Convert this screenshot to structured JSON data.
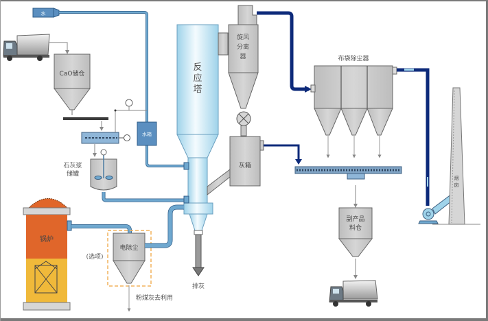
{
  "diagram": {
    "type": "process-flow",
    "subject": "semi-dry flue gas desulfurization process",
    "colors": {
      "light_pipe": "#6fa8cf",
      "flue_pipe": "#0d2a7a",
      "reactor": "#bfe6f5",
      "equipment_grey": "#c9c9c9",
      "boiler_top": "#e0662a",
      "boiler_bottom": "#f0b93a",
      "water_box": "#5b8fc0",
      "dashed_option": "#f2b25c",
      "frame_border": "#7a7a7a"
    },
    "labels": {
      "water": "水",
      "cao_silo": "CaO储仓",
      "lime_slurry_tank_line1": "石灰浆",
      "lime_slurry_tank_line2": "储罐",
      "water_tank": "水箱",
      "reactor_line1": "反",
      "reactor_line2": "应",
      "reactor_line3": "塔",
      "cyclone_line1": "旋风",
      "cyclone_line2": "分离",
      "cyclone_line3": "器",
      "ash_box": "灰箱",
      "bag_filter": "布袋除尘器",
      "chimney_line1": "烟",
      "chimney_line2": "囱",
      "byproduct_silo_line1": "副产品",
      "byproduct_silo_line2": "料仓",
      "boiler": "锅炉",
      "esp": "电除尘",
      "optional": "(选项)",
      "fly_ash_reuse": "粉煤灰去利用",
      "ash_discharge": "排灰"
    },
    "components": [
      {
        "name": "water-inlet",
        "label_key": "water"
      },
      {
        "name": "truck-supply",
        "label_key": null
      },
      {
        "name": "cao-silo",
        "label_key": "cao_silo"
      },
      {
        "name": "screw-feeder",
        "label_key": null
      },
      {
        "name": "lime-slurry-tank",
        "label_key": "lime_slurry_tank_line1"
      },
      {
        "name": "water-tank",
        "label_key": "water_tank"
      },
      {
        "name": "reactor-tower",
        "label_key": "reactor_line1"
      },
      {
        "name": "cyclone-separator",
        "label_key": "cyclone_line1"
      },
      {
        "name": "rotary-valve",
        "label_key": null
      },
      {
        "name": "ash-box",
        "label_key": "ash_box"
      },
      {
        "name": "bag-filter",
        "label_key": "bag_filter"
      },
      {
        "name": "screw-conveyor",
        "label_key": null
      },
      {
        "name": "byproduct-silo",
        "label_key": "byproduct_silo_line1"
      },
      {
        "name": "truck-byproduct",
        "label_key": null
      },
      {
        "name": "induced-draft-fan",
        "label_key": null
      },
      {
        "name": "chimney",
        "label_key": "chimney_line1"
      },
      {
        "name": "boiler",
        "label_key": "boiler"
      },
      {
        "name": "electrostatic-precipitator",
        "label_key": "esp"
      }
    ]
  }
}
